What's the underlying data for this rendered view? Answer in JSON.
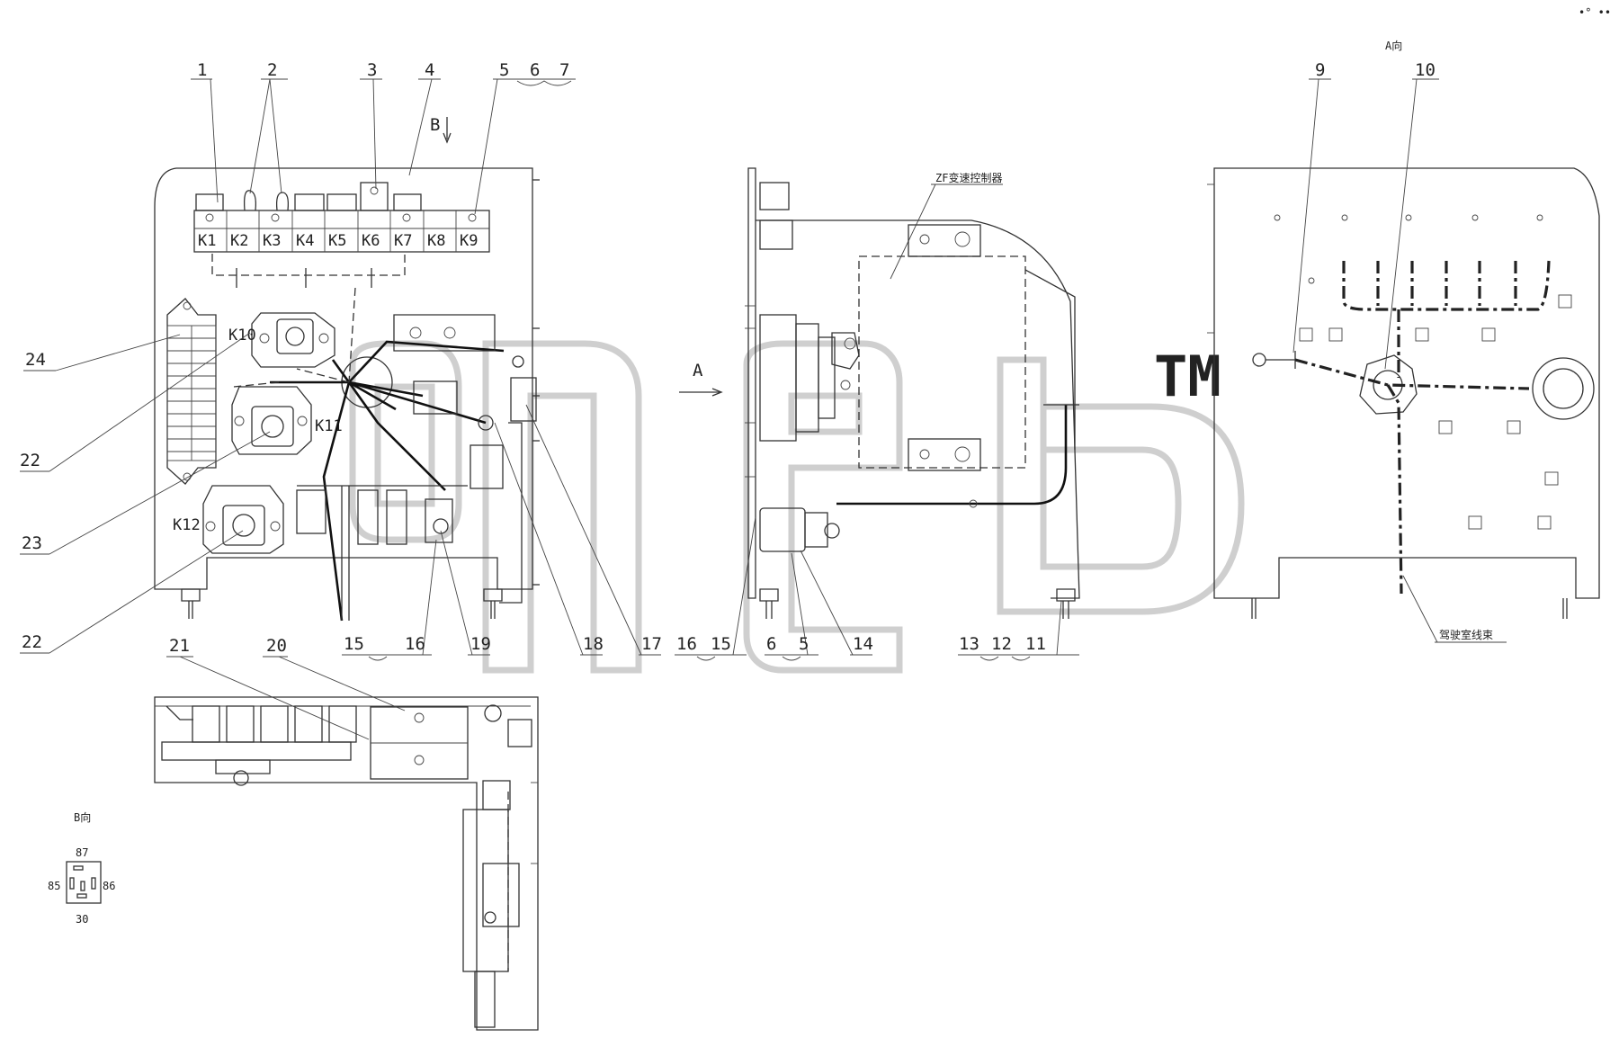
{
  "relays": [
    "K1",
    "K2",
    "K3",
    "K4",
    "K5",
    "K6",
    "K7",
    "K8",
    "K9"
  ],
  "relay_labels": {
    "k10": "K10",
    "k11": "K11",
    "k12": "K12"
  },
  "callouts": {
    "c1": "1",
    "c2": "2",
    "c3": "3",
    "c4": "4",
    "c5": "5",
    "c6": "6",
    "c7": "7",
    "c9": "9",
    "c10": "10",
    "c24": "24",
    "c22a": "22",
    "c23": "23",
    "c22": "22",
    "c15": "15",
    "c16": "16",
    "c19": "19",
    "c18": "18",
    "c17": "17",
    "c16b": "16",
    "c15b": "15",
    "c6b": "6",
    "c5b": "5",
    "c14": "14",
    "c13": "13",
    "c12": "12",
    "c11": "11",
    "c21": "21",
    "c20": "20"
  },
  "views": {
    "b_arrow": "B",
    "a_arrow": "A",
    "a_view": "A向",
    "b_view": "B向"
  },
  "notes": {
    "zf_controller": "ZF变速控制器",
    "cab_harness": "驾驶室线束"
  },
  "pins": {
    "p87": "87",
    "p85": "85",
    "p86": "86",
    "p30": "30"
  },
  "corner_mark": "•° ••",
  "watermark": {
    "text": "TM",
    "color": "#cfcfcf"
  },
  "colors": {
    "line": "#333333",
    "background": "#ffffff"
  }
}
